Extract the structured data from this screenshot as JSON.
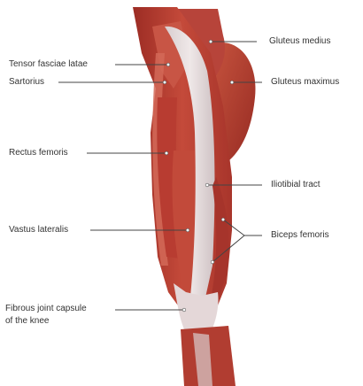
{
  "labels": {
    "tensor_fasciae_latae": "Tensor fasciae latae",
    "sartorius": "Sartorius",
    "rectus_femoris": "Rectus femoris",
    "vastus_lateralis": "Vastus lateralis",
    "fibrous_capsule_line1": "Fibrous joint capsule",
    "fibrous_capsule_line2": "of the knee",
    "gluteus_medius": "Gluteus medius",
    "gluteus_maximus": "Gluteus maximus",
    "iliotibial_tract": "Iliotibial tract",
    "biceps_femoris": "Biceps femoris"
  },
  "colors": {
    "muscle_dark": "#a8322a",
    "muscle_mid": "#c24a3a",
    "muscle_light": "#d9705e",
    "fascia": "#e6dcdc",
    "fascia_shadow": "#c9bcbe",
    "leader_line": "#444444",
    "text": "#333333"
  }
}
